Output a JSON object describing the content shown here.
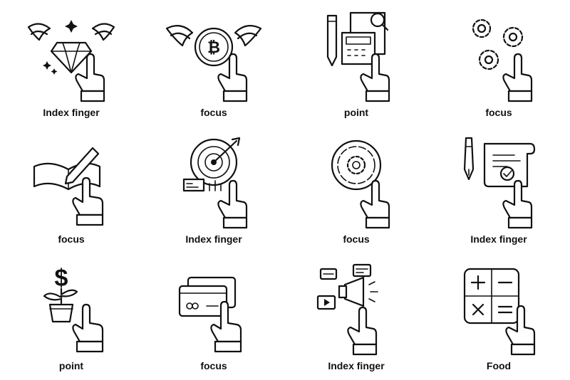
{
  "icons": [
    {
      "caption": "Index finger",
      "icon": "winged-diamond-icon"
    },
    {
      "caption": "focus",
      "icon": "winged-bitcoin-icon"
    },
    {
      "caption": "point",
      "icon": "calculator-pencil-icon"
    },
    {
      "caption": "focus",
      "icon": "gears-icon"
    },
    {
      "caption": "focus",
      "icon": "book-pencil-icon"
    },
    {
      "caption": "Index finger",
      "icon": "target-arrow-icon"
    },
    {
      "caption": "focus",
      "icon": "gear-target-icon"
    },
    {
      "caption": "Index finger",
      "icon": "contract-fountain-pen-icon"
    },
    {
      "caption": "point",
      "icon": "dollar-plant-icon"
    },
    {
      "caption": "focus",
      "icon": "credit-cards-icon"
    },
    {
      "caption": "Index finger",
      "icon": "megaphone-media-icon"
    },
    {
      "caption": "Food",
      "icon": "calculator-symbols-icon"
    }
  ]
}
